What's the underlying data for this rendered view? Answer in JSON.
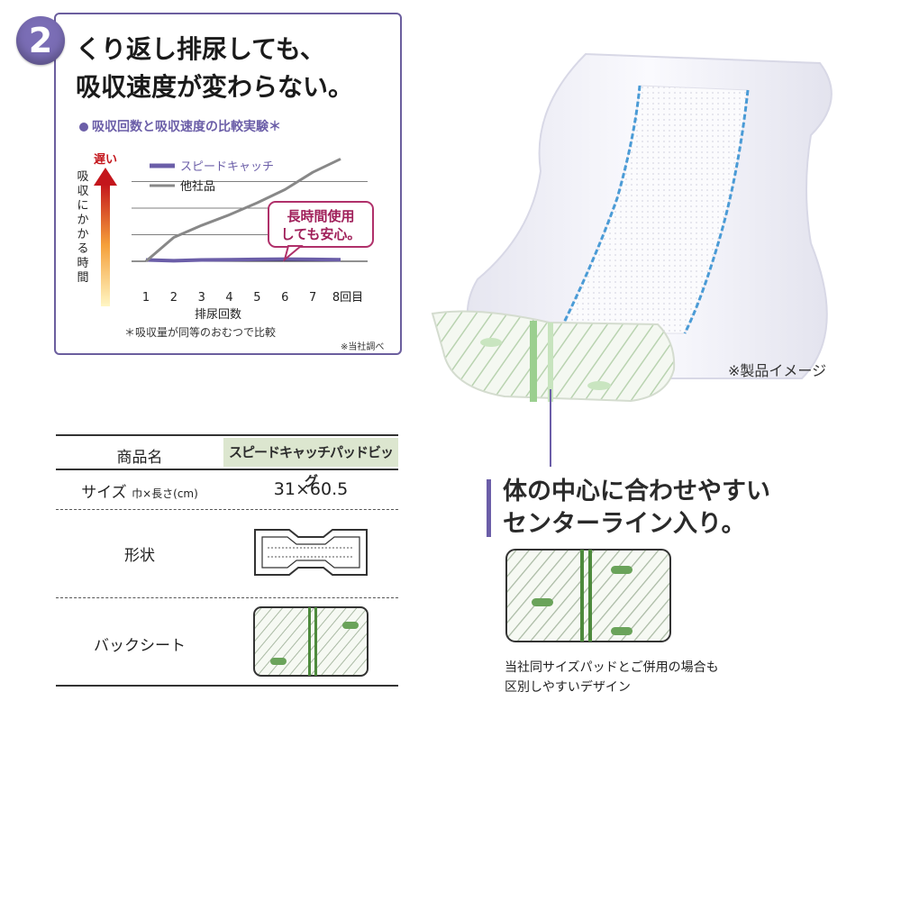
{
  "panel": {
    "badge": "2",
    "headline_line1": "くり返し排尿しても、",
    "headline_line2": "吸収速度が変わらない。",
    "subhead": "吸収回数と吸収速度の比較実験＊",
    "note_bottom": "＊吸収量が同等のおむつで比較",
    "note_source": "※当社調べ"
  },
  "chart_data": {
    "type": "line",
    "x": [
      1,
      2,
      3,
      4,
      5,
      6,
      7,
      8
    ],
    "xticks": [
      "1",
      "2",
      "3",
      "4",
      "5",
      "6",
      "7",
      "8回目"
    ],
    "xlabel": "排尿回数",
    "ylabel": "吸収にかかる時間",
    "y_arrow_label": "遅い",
    "ylim": [
      0,
      4
    ],
    "grid": true,
    "legend_position": "top-left",
    "series": [
      {
        "name": "スピードキャッチ",
        "color": "#6b5ea8",
        "values": [
          0.05,
          0.02,
          0.05,
          0.06,
          0.07,
          0.08,
          0.07,
          0.06
        ]
      },
      {
        "name": "他社品",
        "color": "#888888",
        "values": [
          0.0,
          0.9,
          1.35,
          1.75,
          2.2,
          2.7,
          3.35,
          3.85
        ]
      }
    ],
    "callout": "長時間使用\nしても安心。"
  },
  "product_image": {
    "note": "※製品イメージ",
    "colors": {
      "pad": "#f3f3f8",
      "edge": "#4a9bd6",
      "stripe": "#9bcf8f"
    }
  },
  "spec_table": {
    "rows": [
      {
        "label": "商品名",
        "value": "スピードキャッチパッドビッグ"
      },
      {
        "label": "サイズ",
        "label_small": "巾×長さ(cm)",
        "value": "31×60.5"
      },
      {
        "label": "形状",
        "value_icon": "pad-shape-outline-icon"
      },
      {
        "label": "バックシート",
        "value_icon": "backsheet-pattern-icon"
      }
    ]
  },
  "center_line": {
    "title_line1": "体の中心に合わせやすい",
    "title_line2": "センターライン入り。",
    "caption_line1": "当社同サイズパッドとご併用の場合も",
    "caption_line2": "区別しやすいデザイン"
  }
}
